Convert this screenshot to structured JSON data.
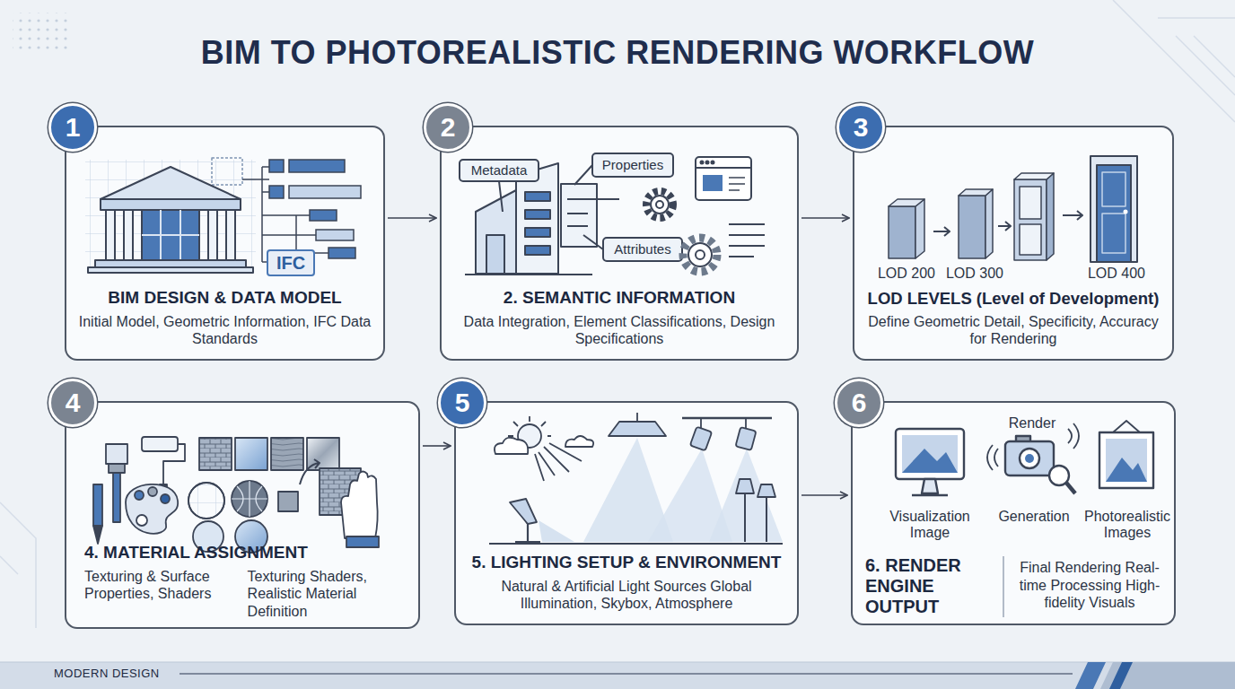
{
  "diagram": {
    "title": "BIM TO PHOTOREALISTIC RENDERING WORKFLOW",
    "nodes": [
      {
        "text": [
          "BIM DESIGN & DATA MODEL",
          "Initial Model, Geometric Information, IFC Data Standards"
        ]
      },
      {
        "text": [
          "1"
        ],
        "in": 0
      },
      {
        "text": [
          "2. SEMANTIC INFORMATION",
          "Data Integration, Element Classifications, Design Specifications"
        ]
      },
      {
        "text": [
          "2"
        ],
        "in": 2
      },
      {
        "text": [
          "LOD LEVELS (Level of Development)",
          "Define Geometric Detail, Specificity, Accuracy for Rendering"
        ]
      },
      {
        "text": [
          "3"
        ],
        "in": 4
      },
      {
        "text": [
          "4. MATERIAL ASSIGNMENT",
          "Texturing & Surface Properties, Shaders",
          "Texturing Shaders, Realistic Material Definition"
        ]
      },
      {
        "text": [
          "4"
        ],
        "in": 6
      },
      {
        "text": [
          "5. LIGHTING SETUP & ENVIRONMENT",
          "Natural & Artificial Light Sources Global Illumination, Skybox, Atmosphere"
        ]
      },
      {
        "text": [
          "5"
        ],
        "in": 8
      },
      {
        "text": [
          "6. RENDER ENGINE OUTPUT",
          "Final Rendering Real-time Processing High-fidelity Visuals"
        ]
      },
      {
        "text": [
          "6"
        ],
        "in": 10
      }
    ],
    "edges": [
      {
        "from": 0,
        "to": 2,
        "arrow": "to"
      },
      {
        "from": 2,
        "to": 4,
        "arrow": "to"
      },
      {
        "from": 6,
        "to": 8,
        "arrow": "to"
      },
      {
        "from": 8,
        "to": 10,
        "arrow": "to"
      }
    ],
    "labels": [
      "IFC",
      "Metadata",
      "Properties",
      "Attributes",
      "LOD 200",
      "LOD 300",
      "LOD 400",
      "Visualization Image",
      "Render",
      "Generation",
      "Photorealistic Images",
      "MODERN DESIGN"
    ]
  }
}
